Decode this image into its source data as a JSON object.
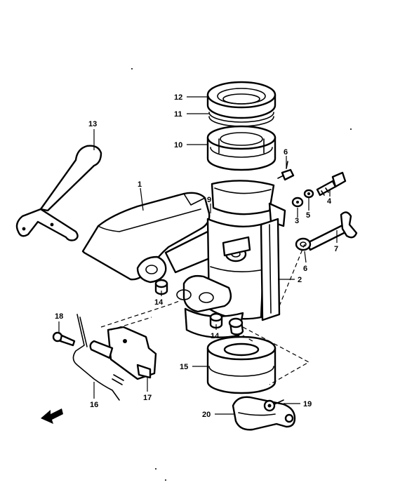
{
  "callouts": [
    {
      "id": "p1",
      "text": "1"
    },
    {
      "id": "p2",
      "text": "2"
    },
    {
      "id": "p3",
      "text": "3"
    },
    {
      "id": "p4",
      "text": "4"
    },
    {
      "id": "p5",
      "text": "5"
    },
    {
      "id": "p6a",
      "text": "6"
    },
    {
      "id": "p6b",
      "text": "6"
    },
    {
      "id": "p7",
      "text": "7"
    },
    {
      "id": "p9",
      "text": "9"
    },
    {
      "id": "p10",
      "text": "10"
    },
    {
      "id": "p11",
      "text": "11"
    },
    {
      "id": "p12",
      "text": "12"
    },
    {
      "id": "p13",
      "text": "13"
    },
    {
      "id": "p14a",
      "text": "14"
    },
    {
      "id": "p14b",
      "text": "14"
    },
    {
      "id": "p15",
      "text": "15"
    },
    {
      "id": "p16",
      "text": "16"
    },
    {
      "id": "p17",
      "text": "17"
    },
    {
      "id": "p18",
      "text": "18"
    },
    {
      "id": "p19",
      "text": "19"
    },
    {
      "id": "p20",
      "text": "20"
    }
  ],
  "icons": {
    "direction_arrow": "front-arrow-icon"
  }
}
